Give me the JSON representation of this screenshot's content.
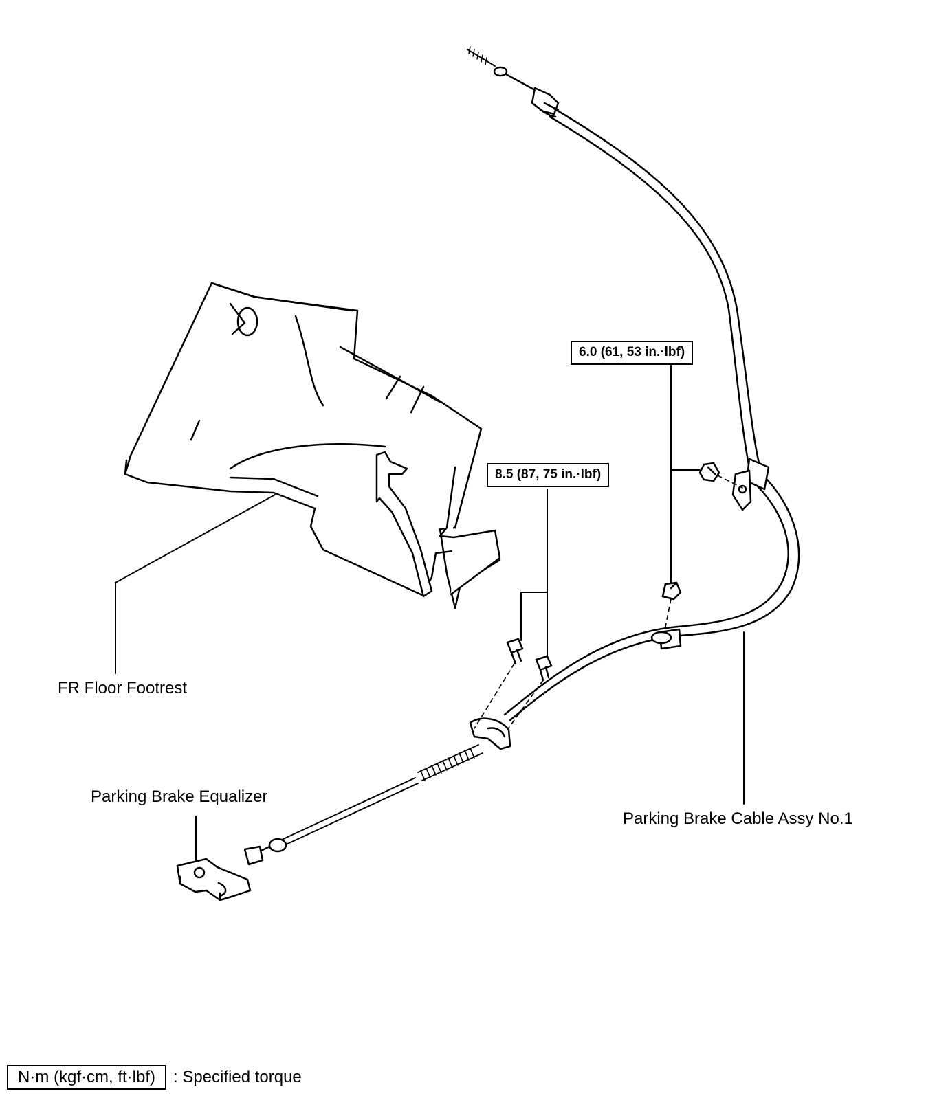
{
  "labels": {
    "footrest": "FR Floor Footrest",
    "equalizer": "Parking Brake Equalizer",
    "cable_assy": "Parking Brake Cable Assy No.1"
  },
  "torques": {
    "bolt_clamp": "8.5 (87, 75 in.·lbf)",
    "nut_bracket": "6.0 (61, 53 in.·lbf)"
  },
  "legend": {
    "unit_box": "N·m (kgf·cm, ft·lbf)",
    "description": ": Specified torque"
  }
}
